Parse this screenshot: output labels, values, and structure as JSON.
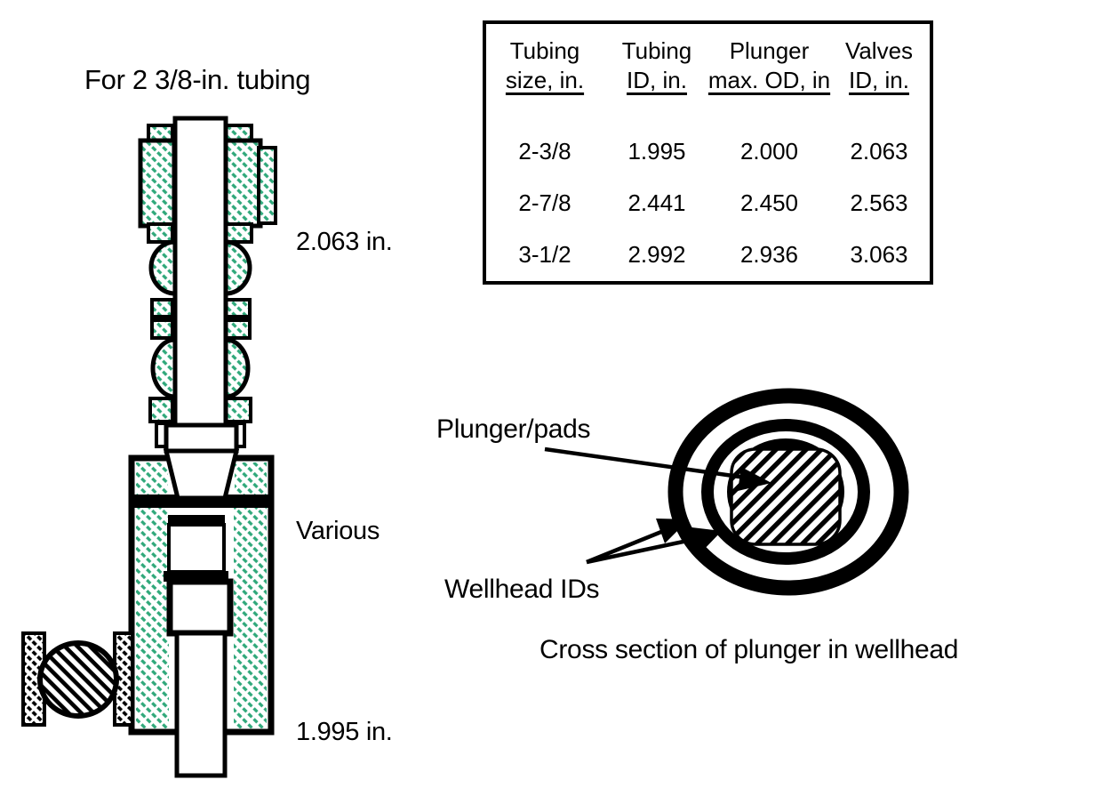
{
  "colors": {
    "hatch_green": "#2fa87a",
    "ink": "#000000",
    "paper": "#ffffff"
  },
  "left_diagram": {
    "title": "For 2 3/8-in. tubing",
    "labels": {
      "valve_id": "2.063 in.",
      "wellhead_bore": "Various",
      "tubing_id": "1.995 in."
    }
  },
  "table": {
    "headers": [
      {
        "line1": "Tubing",
        "line2": "size, in."
      },
      {
        "line1": "Tubing",
        "line2": "ID, in."
      },
      {
        "line1": "Plunger",
        "line2": "max. OD, in"
      },
      {
        "line1": "Valves",
        "line2": "ID, in."
      }
    ],
    "rows": [
      [
        "2-3/8",
        "1.995",
        "2.000",
        "2.063"
      ],
      [
        "2-7/8",
        "2.441",
        "2.450",
        "2.563"
      ],
      [
        "3-1/2",
        "2.992",
        "2.936",
        "3.063"
      ]
    ]
  },
  "cross_section": {
    "label_plunger": "Plunger/pads",
    "label_wellhead": "Wellhead IDs",
    "caption": "Cross section of plunger in wellhead"
  }
}
